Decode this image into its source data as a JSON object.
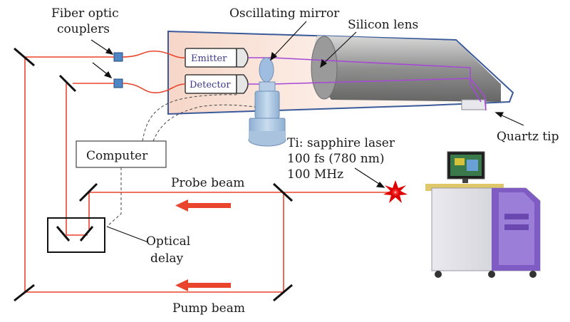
{
  "labels": {
    "fiber_couplers_line1": "Fiber optic",
    "fiber_couplers_line2": "couplers",
    "oscillating_mirror": "Oscillating mirror",
    "silicon_lens": "Silicon lens",
    "emitter": "Emitter",
    "detector": "Detector",
    "quartz_tip": "Quartz tip",
    "laser_line1": "Ti: sapphire laser",
    "laser_line2": "100 fs (780 nm)",
    "laser_line3": "100 MHz",
    "computer": "Computer",
    "probe_beam": "Probe beam",
    "optical_delay_line1": "Optical",
    "optical_delay_line2": "delay",
    "pump_beam": "Pump beam"
  },
  "colors": {
    "beam": "#e8452c",
    "terahertz_beam": "#a64ad6",
    "probe_outline": "#3a5a9a",
    "arrow_fill": "#e8452c"
  }
}
